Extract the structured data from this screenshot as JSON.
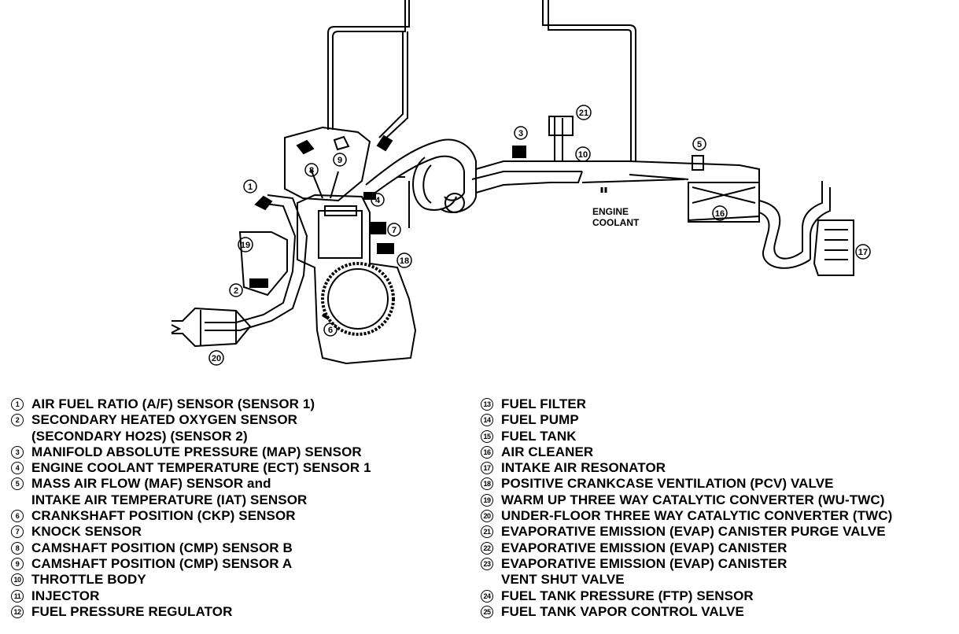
{
  "callouts": [
    "1",
    "2",
    "3",
    "4",
    "5",
    "6",
    "7",
    "8",
    "9",
    "10",
    "16",
    "17",
    "18",
    "19",
    "20",
    "21"
  ],
  "engine_coolant_label": [
    "ENGINE",
    "COOLANT"
  ],
  "legend_left": [
    {
      "num": "1",
      "text": "AIR FUEL RATIO (A/F) SENSOR (SENSOR 1)"
    },
    {
      "num": "2",
      "text": "SECONDARY HEATED OXYGEN SENSOR\n(SECONDARY HO2S) (SENSOR 2)"
    },
    {
      "num": "3",
      "text": "MANIFOLD ABSOLUTE PRESSURE (MAP) SENSOR"
    },
    {
      "num": "4",
      "text": "ENGINE COOLANT TEMPERATURE (ECT) SENSOR 1"
    },
    {
      "num": "5",
      "text": "MASS AIR FLOW (MAF) SENSOR and\nINTAKE AIR TEMPERATURE (IAT) SENSOR"
    },
    {
      "num": "6",
      "text": "CRANKSHAFT POSITION (CKP) SENSOR"
    },
    {
      "num": "7",
      "text": "KNOCK SENSOR"
    },
    {
      "num": "8",
      "text": "CAMSHAFT POSITION (CMP) SENSOR B"
    },
    {
      "num": "9",
      "text": "CAMSHAFT POSITION (CMP) SENSOR A"
    },
    {
      "num": "10",
      "text": "THROTTLE BODY"
    },
    {
      "num": "11",
      "text": "INJECTOR"
    },
    {
      "num": "12",
      "text": "FUEL PRESSURE REGULATOR"
    }
  ],
  "legend_right": [
    {
      "num": "13",
      "text": "FUEL FILTER"
    },
    {
      "num": "14",
      "text": "FUEL PUMP"
    },
    {
      "num": "15",
      "text": "FUEL TANK"
    },
    {
      "num": "16",
      "text": "AIR CLEANER"
    },
    {
      "num": "17",
      "text": "INTAKE AIR RESONATOR"
    },
    {
      "num": "18",
      "text": "POSITIVE CRANKCASE VENTILATION (PCV) VALVE"
    },
    {
      "num": "19",
      "text": "WARM UP THREE WAY CATALYTIC CONVERTER (WU-TWC)"
    },
    {
      "num": "20",
      "text": "UNDER-FLOOR THREE WAY CATALYTIC CONVERTER (TWC)"
    },
    {
      "num": "21",
      "text": "EVAPORATIVE EMISSION (EVAP) CANISTER PURGE VALVE"
    },
    {
      "num": "22",
      "text": "EVAPORATIVE EMISSION (EVAP) CANISTER"
    },
    {
      "num": "23",
      "text": "EVAPORATIVE EMISSION (EVAP) CANISTER\nVENT SHUT VALVE"
    },
    {
      "num": "24",
      "text": "FUEL TANK PRESSURE (FTP) SENSOR"
    },
    {
      "num": "25",
      "text": "FUEL TANK VAPOR CONTROL VALVE"
    }
  ]
}
